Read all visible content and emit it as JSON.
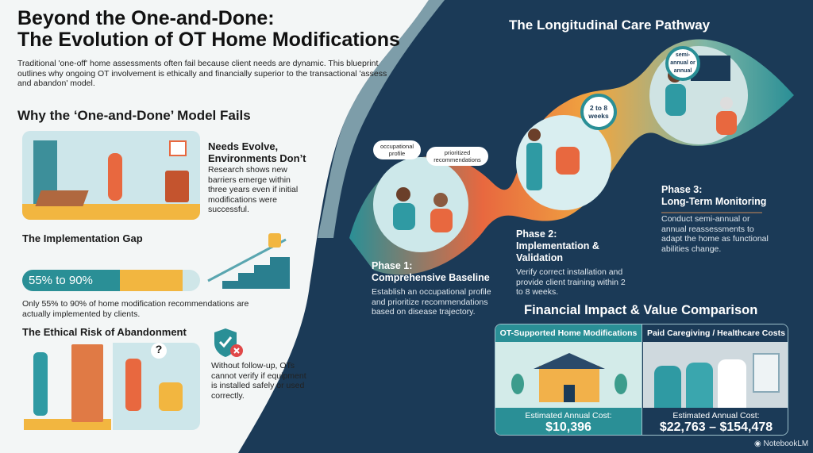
{
  "header": {
    "title_line1": "Beyond the One-and-Done:",
    "title_line2": "The Evolution of OT Home Modifications",
    "subtitle": "Traditional 'one-off' home assessments often fail because client needs are dynamic. This blueprint outlines why ongoing OT involvement is ethically and financially superior to the transactional 'assess and abandon' model."
  },
  "left": {
    "section_title": "Why the ‘One-and-Done’ Model Fails",
    "needs": {
      "title": "Needs Evolve, Environments Don’t",
      "body": "Research shows new barriers emerge within three years even if initial modifications were successful."
    },
    "gap": {
      "title": "The Implementation Gap",
      "bar_label": "55% to 90%",
      "range_low_percent": 55,
      "range_high_percent": 90,
      "body": "Only 55% to 90% of home modification recommendations are actually implemented by clients."
    },
    "ethics": {
      "title": "The Ethical Risk of Abandonment",
      "body": "Without follow-up, OTs cannot verify if equipment is installed safely or used correctly.",
      "question_mark": "?"
    }
  },
  "pathway": {
    "title": "The Longitudinal Care Pathway",
    "phases": [
      {
        "title": "Phase 1:",
        "subtitle": "Comprehensive Baseline",
        "body": "Establish an occupational profile and prioritize recommendations based on disease trajectory.",
        "bubbles": [
          "occupational profile",
          "prioritized recommendations"
        ]
      },
      {
        "title": "Phase 2:",
        "subtitle": "Implementation & Validation",
        "body": "Verify correct installation and provide client training within 2 to 8 weeks.",
        "clock": "2 to 8 weeks"
      },
      {
        "title": "Phase 3:",
        "subtitle": "Long-Term Monitoring",
        "body": "Conduct semi-annual or annual reassessments to adapt the home as functional abilities change.",
        "clock": "semi-annual or annual"
      }
    ]
  },
  "financial": {
    "title": "Financial Impact & Value Comparison",
    "columns": [
      {
        "header": "OT-Supported Home Modifications",
        "cost_label": "Estimated Annual Cost:",
        "cost": "$10,396"
      },
      {
        "header": "Paid Caregiving / Healthcare Costs",
        "cost_label": "Estimated Annual Cost:",
        "cost": "$22,763 – $154,478"
      }
    ]
  },
  "footer": {
    "brand": "NotebookLM"
  },
  "colors": {
    "navy": "#1b3a57",
    "teal": "#2a8f96",
    "orange": "#f0a640",
    "coral": "#e8683f"
  }
}
